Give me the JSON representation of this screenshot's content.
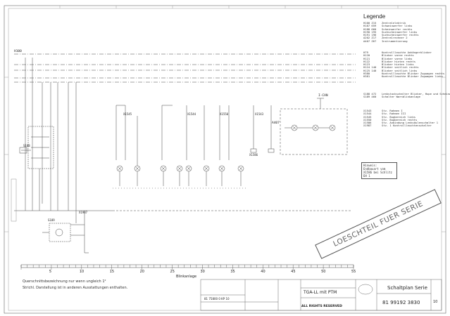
{
  "legend": {
    "title": "Legende",
    "group1": [
      [
        "H100",
        "Z15",
        "Zentralelektrik"
      ],
      [
        "H187",
        "659",
        "Schweinwerfer links"
      ],
      [
        "H188",
        "660",
        "Scheinwerfer rechts"
      ],
      [
        "H190",
        "195",
        "Suchscheinwerfer links"
      ],
      [
        "H191",
        "196",
        "Suchscheinwerfer rechts"
      ],
      [
        "A202",
        "Z17",
        "Zentralrechner 2"
      ],
      [
        "A407",
        "Z67",
        "Instrumentierung"
      ]
    ],
    "group2": [
      [
        "H79",
        "",
        "Kontrollleuchte Anhängerblinker"
      ],
      [
        "H120",
        "",
        "Blinker vorne rechts"
      ],
      [
        "H121",
        "",
        "Blinker vorne links"
      ],
      [
        "H122",
        "",
        "Blinker hinten rechts"
      ],
      [
        "H123",
        "",
        "Blinker hinten links"
      ],
      [
        "H124",
        "140",
        "Blinker seitlich rechts"
      ],
      [
        "H125",
        "140",
        "Blinker seitlich links"
      ],
      [
        "H380",
        "",
        "Kontrollleuchte Blinker Zugwagen rechts"
      ],
      [
        "H381",
        "",
        "Kontrollleuchte Blinker Zugwagen links"
      ]
    ],
    "group3": [
      [
        "S188",
        "472",
        "Lenkstockschalter Blinker, Hupe und Scheinwerfer"
      ],
      [
        "S189",
        "460",
        "Schalter Warnblinkanlage"
      ]
    ],
    "group4": [
      [
        "X1543",
        "",
        "Stv. Rahmen I"
      ],
      [
        "X1544",
        "",
        "Stv. Rahmen III"
      ],
      [
        "X1545",
        "",
        "Stv. Bugbereich links"
      ],
      [
        "X1550",
        "",
        "Stv. Bugbereich rechts"
      ],
      [
        "X1586",
        "",
        "Stv. Anbindung Lenksäulenschalter 1"
      ],
      [
        "X1987",
        "",
        "Stv. 1 Kontrollleuchtenschalter"
      ]
    ]
  },
  "labels": {
    "h100": "H100",
    "a407": "A407",
    "ican": "I-CAN",
    "x1545": "X1545",
    "x1544": "X1544",
    "x1550": "X1550",
    "x1543": "X1543",
    "x1586": "X1586",
    "x1987": "X1987",
    "s188": "S188",
    "s189": "S189",
    "bottom_bus": "Blinkanlage"
  },
  "note": {
    "title": "Hinweis:",
    "line1": "Endbauart vom",
    "line2": "X1586 bei Schlitz EH 1"
  },
  "ruler": {
    "ticks": [
      "5",
      "10",
      "15",
      "20",
      "25",
      "30",
      "35",
      "40",
      "45",
      "50",
      "55"
    ],
    "label": "Blinkanlage"
  },
  "stamp": "LOESCHTEIL FUER SERIE",
  "footnotes": {
    "line1": "Querschnittsbezeichnung nur wenn ungleich 1²",
    "line2": "Strichl. Darstellung ist in anderen Ausstattungen enthalten."
  },
  "titleblock": {
    "product": "TGA-LL mit PTM",
    "title": "Schaltplan Serie",
    "docnum": "81 99192 3830",
    "sheet": "10",
    "copyright": "ALL RIGHTS RESERVED",
    "drawing_id": "81 75800 0 KP 10"
  }
}
